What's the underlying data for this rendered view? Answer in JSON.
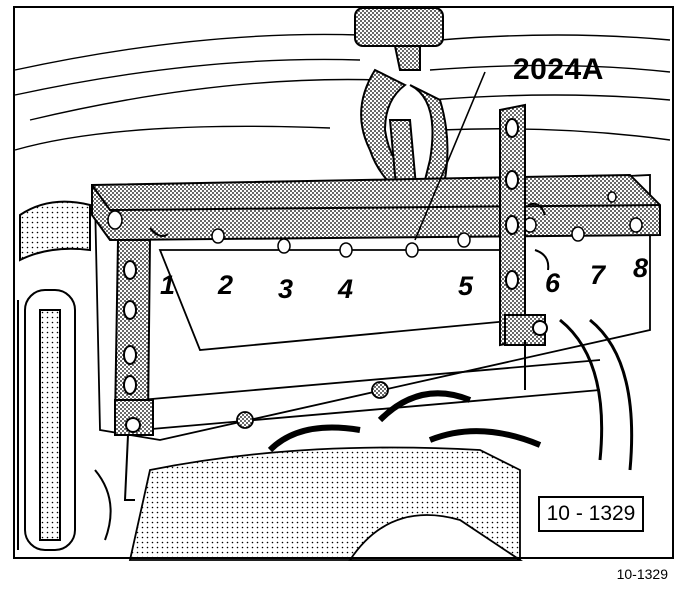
{
  "tool_label": "2024A",
  "position_labels": [
    "1",
    "2",
    "3",
    "4",
    "5",
    "6",
    "7",
    "8"
  ],
  "reference_box": "10 - 1329",
  "footer_code": "10-1329",
  "colors": {
    "ink": "#000000",
    "paper": "#ffffff",
    "shade": "#9a9a9a"
  }
}
